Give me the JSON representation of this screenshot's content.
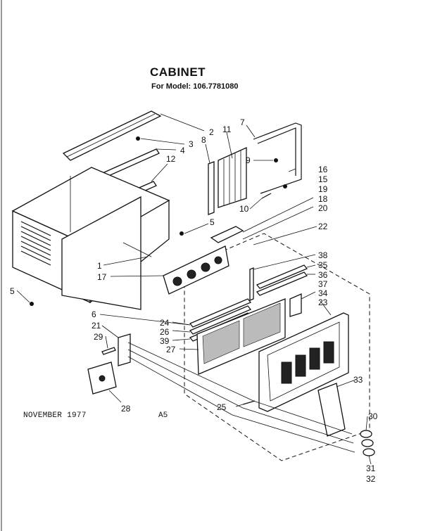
{
  "header": {
    "title": "CABINET",
    "subtitle": "For Model: 106.7781080"
  },
  "footer": {
    "date": "NOVEMBER 1977",
    "code": "A5"
  },
  "callouts": [
    "2",
    "7",
    "11",
    "3",
    "4",
    "8",
    "9",
    "12",
    "16",
    "15",
    "19",
    "18",
    "10",
    "20",
    "5",
    "22",
    "1",
    "17",
    "38",
    "35",
    "36",
    "37",
    "5",
    "34",
    "23",
    "6",
    "24",
    "26",
    "39",
    "21",
    "29",
    "27",
    "33",
    "25",
    "28",
    "30",
    "31",
    "32"
  ]
}
